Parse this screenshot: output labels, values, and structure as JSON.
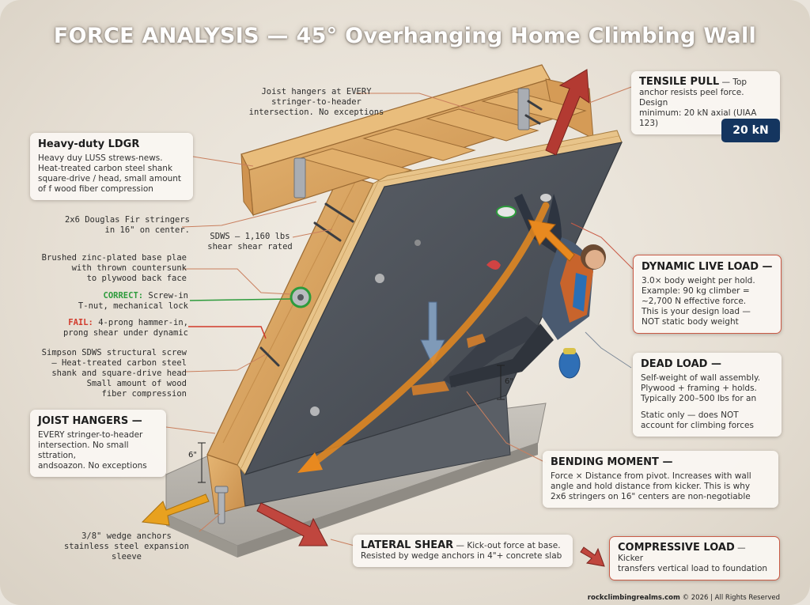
{
  "title": "FORCE ANALYSIS — 45° Overhanging Home Climbing Wall",
  "labels": {
    "joist_hangers_note": [
      "Joist hangers at EVERY",
      "stringer-to-header",
      "intersection. No exceptions"
    ],
    "stringers": [
      "2x6 Douglas Fir stringers",
      "in 16\" on center."
    ],
    "sdws_rating": [
      "SDWS — 1,160 lbs",
      "shear shear rated"
    ],
    "base_plate": [
      "Brushed zinc-plated base plae",
      "with thrown countersunk",
      "to plywood back face"
    ],
    "correct_tag": "CORRECT:",
    "correct_text": [
      "Screw-in",
      "T-nut, mechanical lock"
    ],
    "fail_tag": "FAIL:",
    "fail_text": [
      "4-prong hammer-in,",
      "prong shear under dynamic"
    ],
    "simpson": [
      "Simpson SDWS structural screw",
      "— Heat-treated carbon steel",
      "shank and square-drive head",
      "Small amount of wood",
      "fiber compression"
    ],
    "wedge_anchors": [
      "3/8\" wedge anchors",
      "stainless steel expansion sleeve"
    ]
  },
  "boxes": {
    "ldgr": {
      "title": "Heavy-duty LDGR",
      "lines": [
        "Heavy duy LUSS strews-news.",
        "Heat-treated carbon steel shank",
        "square-drive / head, small amount",
        "of f wood fiber compression"
      ]
    },
    "joist": {
      "title": "JOIST HANGERS —",
      "lines": [
        "EVERY  stringer-to-header",
        "intersection. No small sttration,",
        "andsoazon. No exceptions"
      ]
    },
    "tensile": {
      "title": "TENSILE PULL",
      "lead": " — Top",
      "lines": [
        "anchor resists peel force. Design",
        "minimum: 20 kN axial (UIAA 123)"
      ],
      "badge": "20 kN"
    },
    "dynamic": {
      "title": "DYNAMIC LIVE LOAD —",
      "lines": [
        "3.0× body weight per hold.",
        "Example: 90 kg climber =",
        "~2,700 N effective force.",
        "This is your design load —",
        "NOT static body weight"
      ]
    },
    "dead": {
      "title": "DEAD LOAD —",
      "lines": [
        "Self-weight of wall assembly.",
        "Plywood + framing + holds.",
        "Typically 200–500 lbs for an"
      ],
      "lines2": [
        "Static only — does NOT",
        "account for climbing forces"
      ]
    },
    "bending": {
      "title": "BENDING MOMENT —",
      "lines": [
        "Force × Distance from pivot. Increases with wall",
        "angle and hold distance from kicker. This is why",
        "2x6 stringers on 16\" centers are non-negotiable"
      ]
    },
    "lateral": {
      "title": "LATERAL SHEAR",
      "text": " — Kick-out force at base.",
      "line2": "Resisted by wedge anchors in 4\"+ concrete slab"
    },
    "compressive": {
      "title": "COMPRESSIVE LOAD",
      "text": " — Kicker",
      "line2": "transfers vertical load to foundation"
    }
  },
  "dims": {
    "d1": "6\"",
    "d2": "6\""
  },
  "footer": {
    "site": "rockclimbingrealms.com",
    "rest": " © 2026 | All Rights Reserved"
  },
  "colors": {
    "wood": "#d9a462",
    "plywood_face": "#4d5259",
    "concrete": "#b8b4ad",
    "arrow_red": "#b33a32",
    "arrow_orange": "#e8891f",
    "arrow_blue": "#7f9ab8",
    "badge": "#14355f",
    "correct": "#2d9b3c",
    "fail": "#d23a2b"
  },
  "icons": [
    "bolt-icon",
    "t-nut-icon",
    "climber-figure",
    "joist-hanger-icon"
  ]
}
